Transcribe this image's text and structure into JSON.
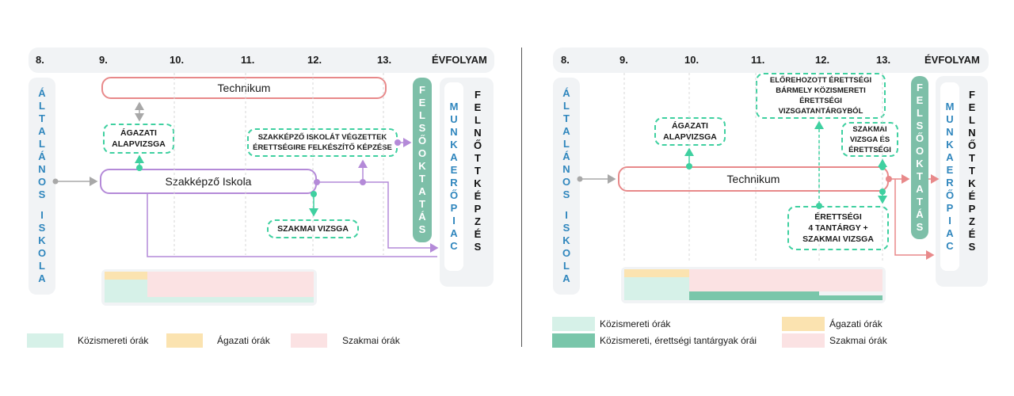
{
  "colors": {
    "kozismereti": "#d6f1e8",
    "kozismereti_erettsegi": "#79c6aa",
    "agazati": "#fbe3b0",
    "szakmai": "#fbe2e3",
    "technikum_border": "#e8898a",
    "szakkepzo_border": "#b48ad8",
    "dashed_green": "#3fd0a0",
    "blue_text": "#2f86bd",
    "felsooktatas_fill": "#7dbfa8"
  },
  "years": [
    "8.",
    "9.",
    "10.",
    "11.",
    "12.",
    "13."
  ],
  "evfolyam_label": "ÉVFOLYAM",
  "altalanos_iskola": [
    "Á",
    "L",
    "T",
    "A",
    "L",
    "Á",
    "N",
    "O",
    "S",
    "",
    "I",
    "S",
    "K",
    "O",
    "L",
    "A"
  ],
  "felsooktatas": [
    "F",
    "E",
    "L",
    "S",
    "Ő",
    "O",
    "K",
    "T",
    "A",
    "T",
    "Á",
    "S"
  ],
  "munkaeropiac": [
    "M",
    "U",
    "N",
    "K",
    "A",
    "E",
    "R",
    "Ő",
    "P",
    "I",
    "A",
    "C"
  ],
  "felnottkepzes": [
    "F",
    "E",
    "L",
    "N",
    "Ő",
    "T",
    "T",
    "K",
    "É",
    "P",
    "Z",
    "É",
    "S"
  ],
  "left": {
    "technikum": "Technikum",
    "agazati_alapvizsga": [
      "ÁGAZATI",
      "ALAPVIZSGA"
    ],
    "szakkepzo_iskola": "Szakképző Iskola",
    "erettsegire": [
      "SZAKKÉPZŐ ISKOLÁT VÉGZETTEK",
      "ÉRETTSÉGIRE FELKÉSZÍTŐ KÉPZÉSE"
    ],
    "szakmai_vizsga": "SZAKMAI VIZSGA",
    "legend": {
      "kozismereti": "Közismereti órák",
      "agazati": "Ágazati órák",
      "szakmai": "Szakmai órák"
    }
  },
  "right": {
    "technikum": "Technikum",
    "agazati_alapvizsga": [
      "ÁGAZATI",
      "ALAPVIZSGA"
    ],
    "elorehozott": [
      "ELŐREHOZOTT ÉRETTSÉGI",
      "BÁRMELY KÖZISMERETI",
      "ÉRETTSÉGI",
      "VIZSGATANTÁRGYBÓL"
    ],
    "szakmai_vizsga_es_erettsegi": [
      "SZAKMAI",
      "VIZSGA ÉS",
      "ÉRETTSÉGI"
    ],
    "erettsegi_4": [
      "ÉRETTSÉGI",
      "4 TANTÁRGY +",
      "SZAKMAI VIZSGA"
    ],
    "legend": {
      "kozismereti": "Közismereti órák",
      "kozismereti_erettsegi": "Közismereti, érettségi tantárgyak órái",
      "agazati": "Ágazati órák",
      "szakmai": "Szakmai órák"
    }
  }
}
